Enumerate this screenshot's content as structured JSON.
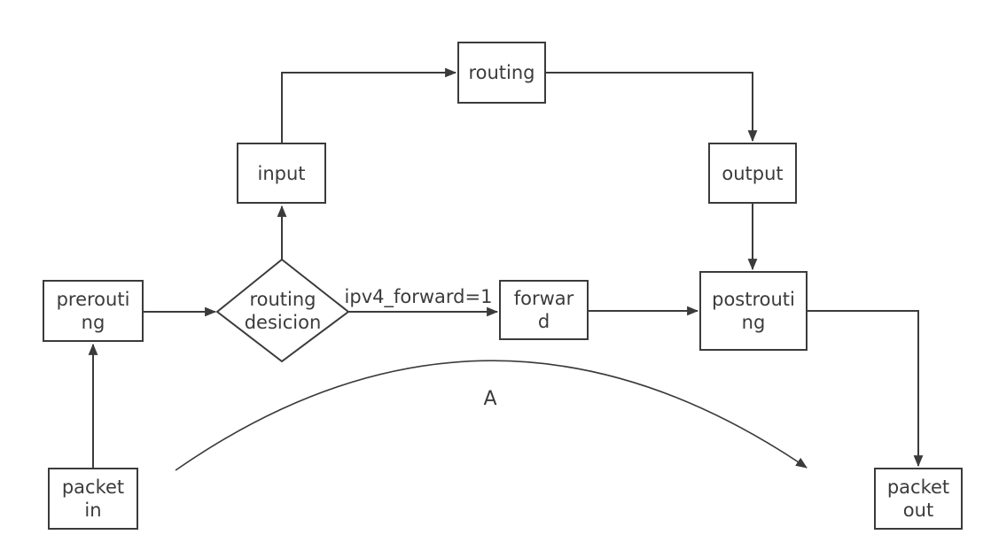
{
  "diagram": {
    "type": "flowchart",
    "background": "#ffffff",
    "line_color": "#3b3b3b",
    "nodes": {
      "packet_in": {
        "label": "packet in",
        "shape": "rect"
      },
      "prerouting": {
        "label": "prerouting",
        "shape": "rect"
      },
      "routing_decision": {
        "label": "routing desicion",
        "shape": "diamond"
      },
      "input": {
        "label": "input",
        "shape": "rect"
      },
      "routing": {
        "label": "routing",
        "shape": "rect"
      },
      "output": {
        "label": "output",
        "shape": "rect"
      },
      "forward": {
        "label": "forward",
        "shape": "rect"
      },
      "postrouting": {
        "label": "postrouting",
        "shape": "rect"
      },
      "packet_out": {
        "label": "packet out",
        "shape": "rect"
      }
    },
    "edges": [
      {
        "from": "packet_in",
        "to": "prerouting"
      },
      {
        "from": "prerouting",
        "to": "routing_decision"
      },
      {
        "from": "routing_decision",
        "to": "input"
      },
      {
        "from": "input",
        "to": "routing"
      },
      {
        "from": "routing",
        "to": "output"
      },
      {
        "from": "output",
        "to": "postrouting"
      },
      {
        "from": "routing_decision",
        "to": "forward",
        "label": "ipv4_forward=1"
      },
      {
        "from": "forward",
        "to": "postrouting"
      },
      {
        "from": "postrouting",
        "to": "packet_out"
      },
      {
        "from": "packet_in",
        "to": "packet_out",
        "label": "A",
        "style": "arc"
      }
    ]
  }
}
